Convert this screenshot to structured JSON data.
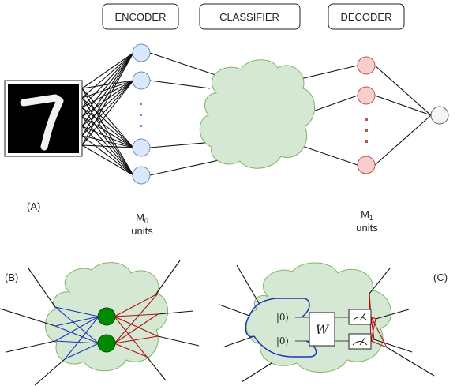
{
  "header": {
    "encoder_label": "ENCODER",
    "classifier_label": "CLASSIFIER",
    "decoder_label": "DECODER"
  },
  "panels": {
    "a_label": "(A)",
    "b_label": "(B)",
    "c_label": "(C)"
  },
  "layers": {
    "m0_main": "M",
    "m0_sub": "0",
    "m0_units": "units",
    "m1_main": "M",
    "m1_sub": "1",
    "m1_units": "units"
  },
  "input_image": {
    "digit": "7"
  },
  "quantum_circuit": {
    "ket_top": "|0⟩",
    "ket_bottom": "|0⟩",
    "gate_label": "W"
  },
  "colors": {
    "encoder_node_fill": "#dae8fc",
    "encoder_node_stroke": "#6c8ebf",
    "decoder_node_fill": "#f8cecc",
    "decoder_node_stroke": "#b85450",
    "cloud_fill": "#d5e8d4",
    "cloud_stroke": "#82b366",
    "output_node_fill": "#f5f5f5",
    "blue_edges": "#1a35b8",
    "red_edges": "#b0100e",
    "b_node_fill": "#008a00"
  }
}
